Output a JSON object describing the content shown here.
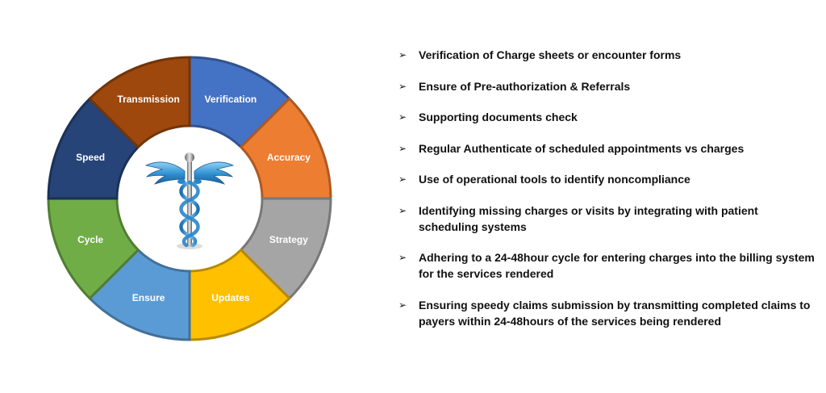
{
  "wheel": {
    "segments": [
      {
        "label": "Verification",
        "color": "#4472C4"
      },
      {
        "label": "Accuracy",
        "color": "#ED7D31"
      },
      {
        "label": "Strategy",
        "color": "#A5A5A5"
      },
      {
        "label": "Updates",
        "color": "#FFC000"
      },
      {
        "label": "Ensure",
        "color": "#5B9BD5"
      },
      {
        "label": "Cycle",
        "color": "#70AD47"
      },
      {
        "label": "Speed",
        "color": "#264478"
      },
      {
        "label": "Transmission",
        "color": "#9E480E"
      }
    ],
    "center_icon": "caduceus-icon"
  },
  "bullets": {
    "marker_icon": "arrow-bullet-icon",
    "items": [
      {
        "text": "Verification of Charge sheets or encounter forms"
      },
      {
        "text": "Ensure of Pre-authorization & Referrals"
      },
      {
        "text": "Supporting documents check"
      },
      {
        "text": "Regular Authenticate of scheduled appointments vs charges"
      },
      {
        "text": "Use of operational tools to identify noncompliance"
      },
      {
        "text": "Identifying missing charges or visits by integrating with patient scheduling systems"
      },
      {
        "text": "Adhering to a 24-48hour cycle for entering charges into the billing system for the services rendered"
      },
      {
        "text": "Ensuring speedy claims submission by transmitting completed claims to payers within 24-48hours of the services being rendered"
      }
    ]
  }
}
